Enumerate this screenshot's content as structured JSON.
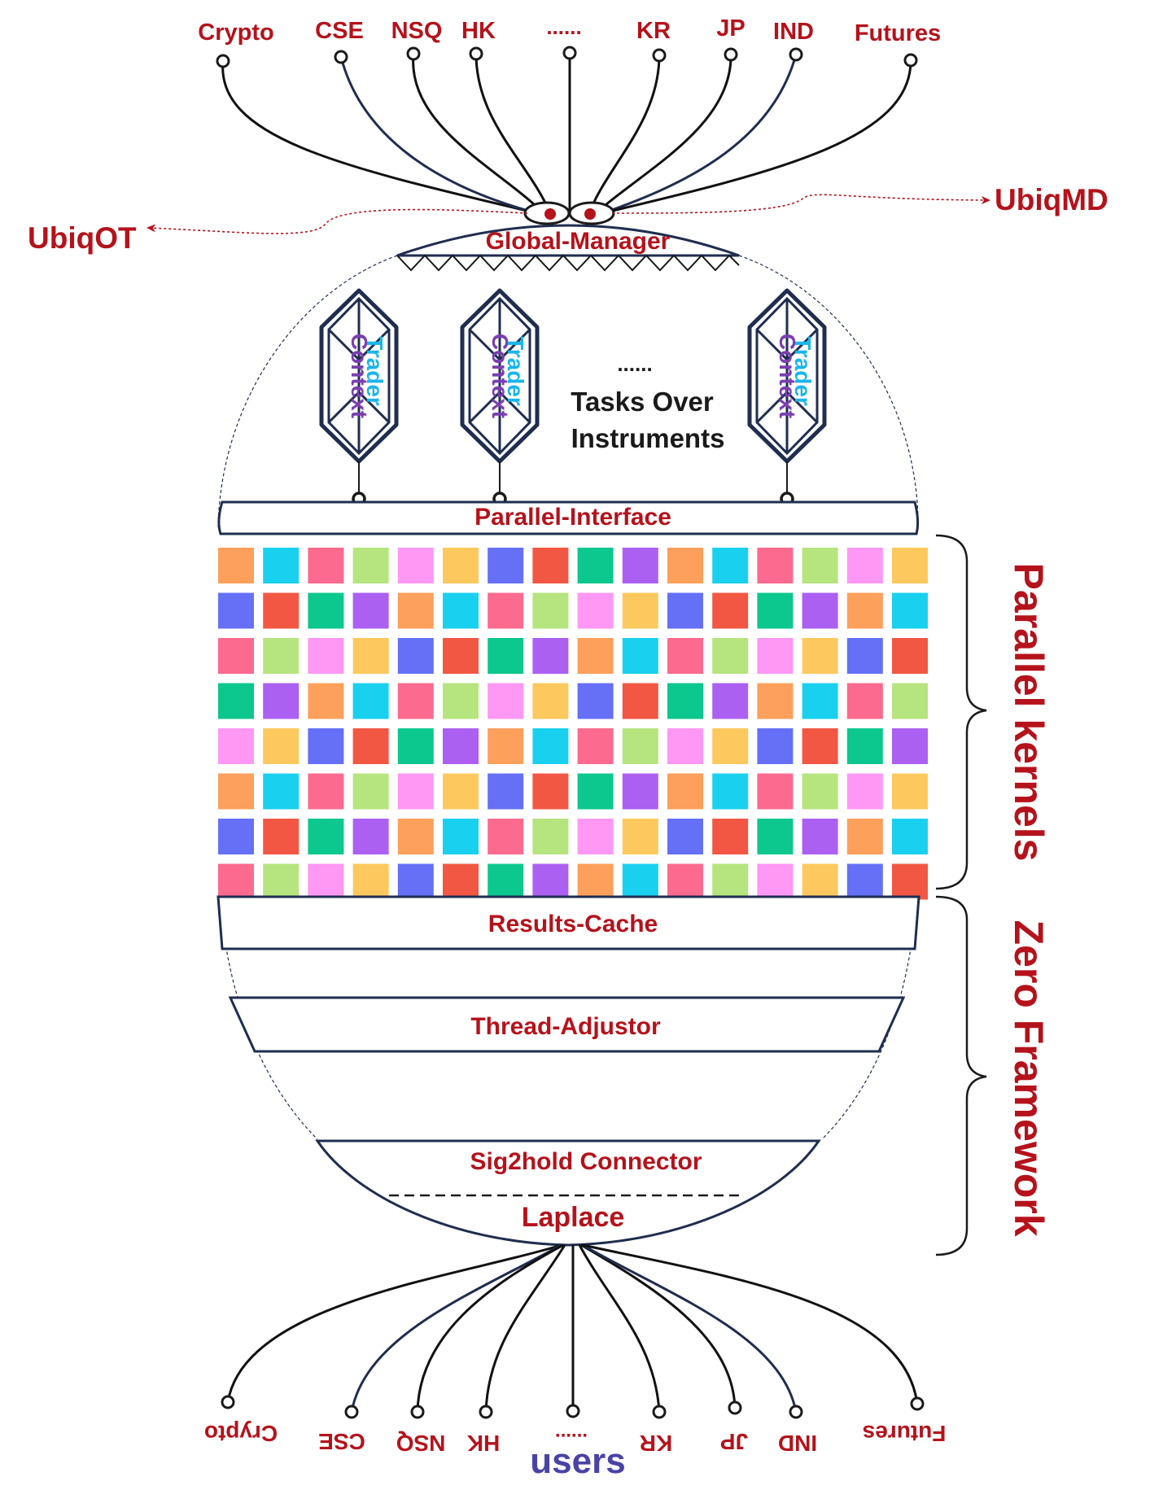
{
  "top_markets": [
    "Crypto",
    "CSE",
    "NSQ",
    "HK",
    "......",
    "KR",
    "JP",
    "IND",
    "Futures"
  ],
  "bottom_markets": [
    "Crypto",
    "CSE",
    "NSQ",
    "HK",
    "......",
    "KR",
    "JP",
    "IND",
    "Futures"
  ],
  "ubiq_left": "UbiqOT",
  "ubiq_right": "UbiqMD",
  "global_manager": "Global-Manager",
  "trader": {
    "context_label": "Context",
    "trader_label": "Trader"
  },
  "tasks": {
    "dots": "......",
    "line1": "Tasks Over",
    "line2": "Instruments"
  },
  "parallel_interface": "Parallel-Interface",
  "results_cache": "Results-Cache",
  "thread_adjustor": "Thread-Adjustor",
  "sig2hold": "Sig2hold Connector",
  "laplace": "Laplace",
  "users": "users",
  "brace_parallel": "Parallel kernels",
  "brace_zero": "Zero Framework",
  "colors": {
    "brand_red": "#b5121b",
    "navy": "#1f2d4f",
    "purple": "#7a3fb0",
    "cyan": "#1ab6e8",
    "users": "#4a43a6"
  },
  "kernel_palette": [
    "#fda05c",
    "#19d1ef",
    "#fd6a8f",
    "#b6e47e",
    "#fe98f4",
    "#fdc95e",
    "#6570f7",
    "#f25744",
    "#0cc78e",
    "#ab60f2"
  ],
  "kernel_grid": [
    [
      0,
      1,
      2,
      3,
      4,
      5,
      6,
      7,
      8,
      9,
      0,
      1,
      2,
      3,
      4,
      5
    ],
    [
      6,
      7,
      8,
      9,
      0,
      1,
      2,
      3,
      4,
      5,
      6,
      7,
      8,
      9,
      0,
      1
    ],
    [
      2,
      3,
      4,
      5,
      6,
      7,
      8,
      9,
      0,
      1,
      2,
      3,
      4,
      5,
      6,
      7
    ],
    [
      8,
      9,
      0,
      1,
      2,
      3,
      4,
      5,
      6,
      7,
      8,
      9,
      0,
      1,
      2,
      3
    ],
    [
      4,
      5,
      6,
      7,
      8,
      9,
      0,
      1,
      2,
      3,
      4,
      5,
      6,
      7,
      8,
      9
    ],
    [
      0,
      1,
      2,
      3,
      4,
      5,
      6,
      7,
      8,
      9,
      0,
      1,
      2,
      3,
      4,
      5
    ],
    [
      6,
      7,
      8,
      9,
      0,
      1,
      2,
      3,
      4,
      5,
      6,
      7,
      8,
      9,
      0,
      1
    ],
    [
      2,
      3,
      4,
      5,
      6,
      7,
      8,
      9,
      0,
      1,
      2,
      3,
      4,
      5,
      6,
      7
    ]
  ]
}
